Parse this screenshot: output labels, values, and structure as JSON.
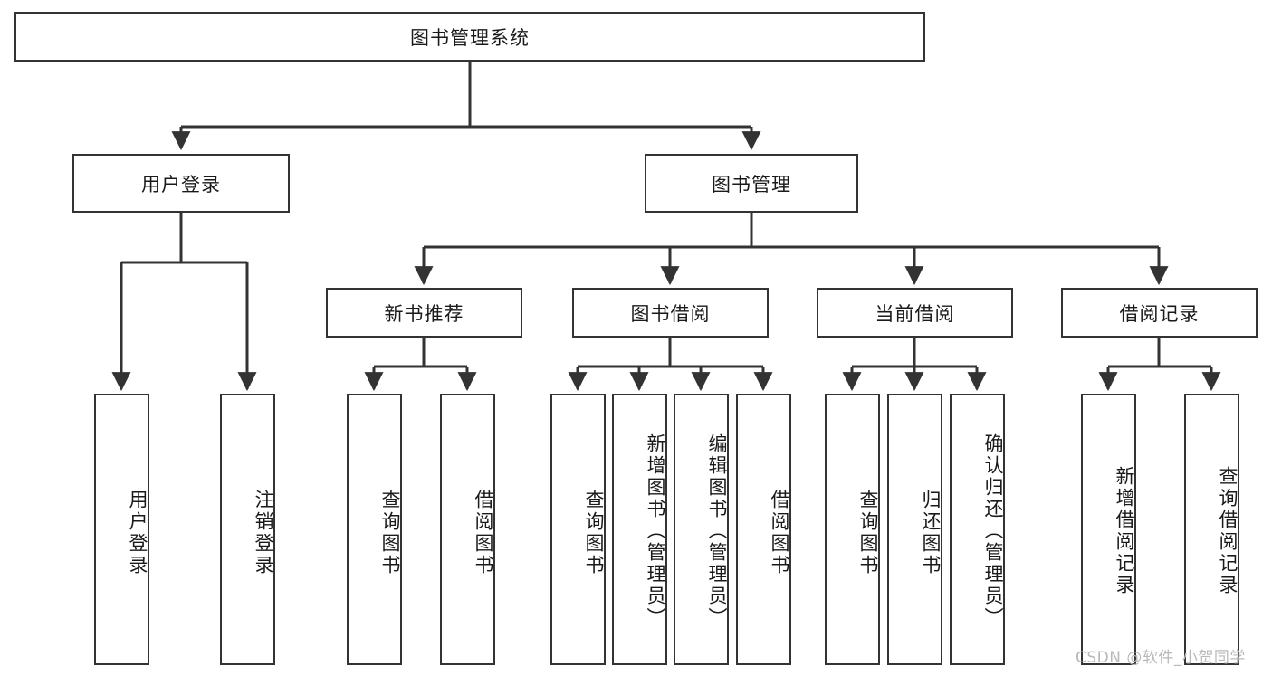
{
  "diagram": {
    "title": "图书管理系统",
    "type": "tree-hierarchy-chart",
    "root": {
      "label": "图书管理系统"
    },
    "level2": [
      {
        "label": "用户登录"
      },
      {
        "label": "图书管理"
      }
    ],
    "level3": [
      {
        "label": "新书推荐"
      },
      {
        "label": "图书借阅"
      },
      {
        "label": "当前借阅"
      },
      {
        "label": "借阅记录"
      }
    ],
    "leaves": {
      "user_login": [
        {
          "label": "用户登录"
        },
        {
          "label": "注销登录"
        }
      ],
      "new_book_recommend": [
        {
          "label": "查询图书"
        },
        {
          "label": "借阅图书"
        }
      ],
      "book_borrow": [
        {
          "label": "查询图书"
        },
        {
          "label": "新增图书（管理员）"
        },
        {
          "label": "编辑图书（管理员）"
        },
        {
          "label": "借阅图书"
        }
      ],
      "current_borrow": [
        {
          "label": "查询图书"
        },
        {
          "label": "归还图书"
        },
        {
          "label": "确认归还（管理员）"
        }
      ],
      "borrow_record": [
        {
          "label": "新增借阅记录"
        },
        {
          "label": "查询借阅记录"
        }
      ]
    }
  },
  "watermark": {
    "text": "CSDN @软件_小贺同学"
  },
  "colors": {
    "border": "#333333",
    "edge": "#333333",
    "background": "#ffffff",
    "text": "#1a1a1a",
    "watermark": "#b9b9b9"
  }
}
